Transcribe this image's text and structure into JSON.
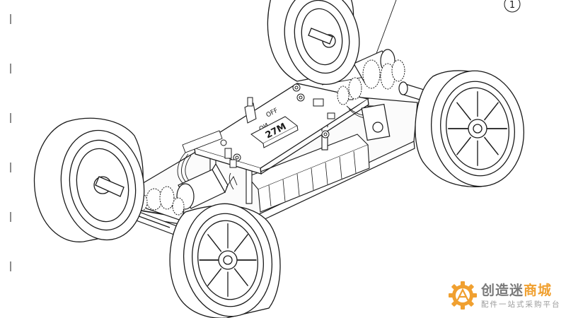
{
  "labels": {
    "sheet_number": "1",
    "switch_on": "ON",
    "switch_off": "OFF",
    "module_tag": "27M"
  },
  "watermark": {
    "brand_part1": "创造迷",
    "brand_part2": "商城",
    "tagline": "配件一站式采购平台",
    "logo_icon": "gear-logo-icon",
    "colors": {
      "accent": "#f0a030",
      "text": "#7a7a7a",
      "sub": "#9a9a9a"
    }
  },
  "colors": {
    "line": "#1a1a1a",
    "paper": "#ffffff"
  }
}
